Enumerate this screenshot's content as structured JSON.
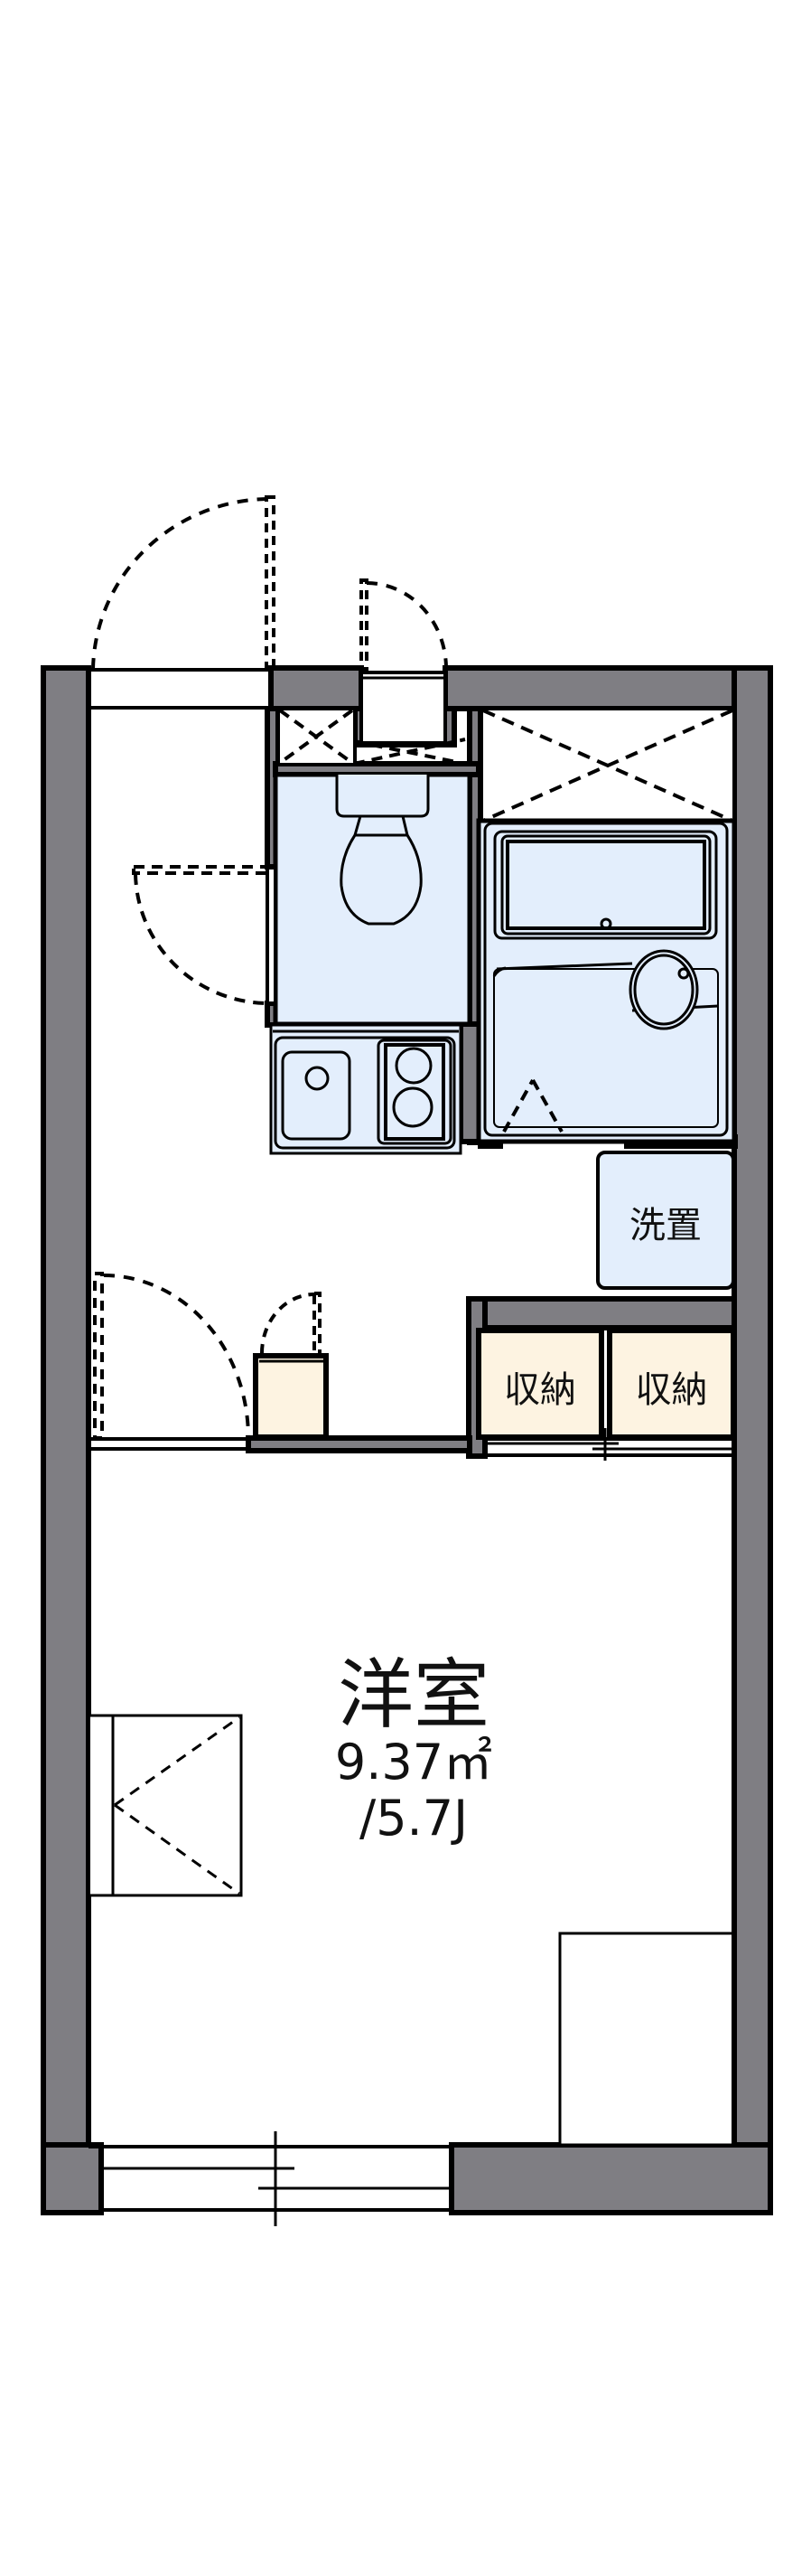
{
  "floorplan": {
    "title": "1K floor plan",
    "colors": {
      "wall": "#7f7e83",
      "wet_area": "#e3eefc",
      "storage": "#fdf3e1",
      "line": "#000000",
      "background": "#ffffff"
    },
    "rooms": {
      "main_room": {
        "label": "洋室",
        "area": "9.37㎡",
        "tatami": "/5.7J"
      },
      "washer": {
        "label": "洗置"
      },
      "storage_left": {
        "label": "収納"
      },
      "storage_right": {
        "label": "収納"
      }
    },
    "fixtures": [
      "entrance-door",
      "meter-box-door",
      "toilet",
      "kitchen-sink",
      "stove",
      "unit-bath",
      "shoe-box",
      "air-conditioner",
      "balcony-window"
    ]
  }
}
